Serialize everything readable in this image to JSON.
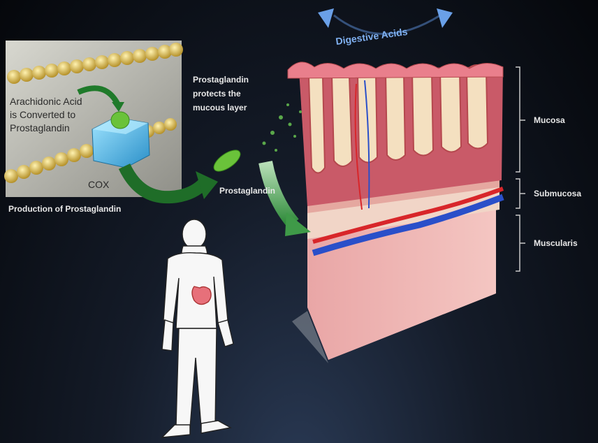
{
  "membrane_panel": {
    "line1": "Arachidonic Acid",
    "line2": "is Converted to",
    "line3": "Prostaglandin",
    "enzyme": "COX"
  },
  "labels": {
    "production": "Production of Prostaglandin",
    "protects_1": "Prostaglandin",
    "protects_2": "protects the",
    "protects_3": "mucous layer",
    "prostaglandin": "Prostaglandin",
    "digestive_acids": "Digestive Acids",
    "mucosa": "Mucosa",
    "submucosa": "Submucosa",
    "muscularis": "Muscularis"
  },
  "colors": {
    "background": "#0b0f17",
    "arrow_green": "#1f7a2a",
    "prostaglandin_green": "#6ac23a",
    "acid_arrow_blue": "#5b8fd9",
    "tissue_pink": "#e9a3a3",
    "artery_red": "#d8262a",
    "vein_blue": "#2a4fc9"
  }
}
